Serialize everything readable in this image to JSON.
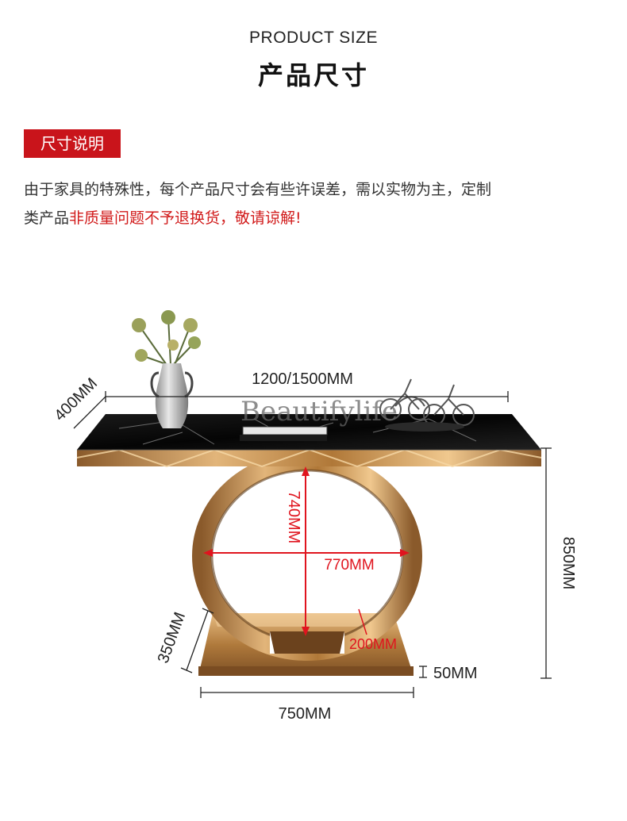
{
  "header": {
    "title_en": "PRODUCT SIZE",
    "title_cn": "产品尺寸"
  },
  "section": {
    "tag": "尺寸说明"
  },
  "note": {
    "line1": "由于家具的特殊性，每个产品尺寸会有些许误差，需以实物为主，定制",
    "line2_prefix": "类产品",
    "line2_warning": "非质量问题不予退换货，敬请谅解!"
  },
  "watermark": "Beautifylife",
  "dimensions": {
    "length": "1200/1500MM",
    "depth": "400MM",
    "height": "850MM",
    "ring_height": "740MM",
    "ring_width": "770MM",
    "base_height": "350MM",
    "ring_thickness": "200MM",
    "plinth": "50MM",
    "base_width": "750MM"
  },
  "colors": {
    "accent": "#c9141b",
    "dimension_red": "#e0141e",
    "gold": "#c8924e",
    "marble": "#0d0d0d"
  }
}
